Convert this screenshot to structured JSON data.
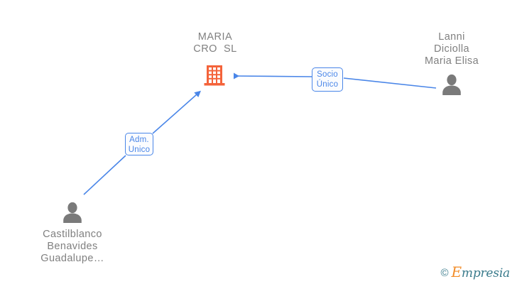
{
  "diagram": {
    "type": "corporate-relationship-graph",
    "background_color": "#ffffff",
    "edge_color": "#4a86e8",
    "company_color": "#f4633a",
    "person_color": "#808080",
    "label_color": "#808080"
  },
  "company": {
    "name_line1": "MARIA",
    "name_line2": "CRO  SL",
    "icon": "building-icon"
  },
  "people": [
    {
      "id": "person-right",
      "name_line1": "Lanni",
      "name_line2": "Diciolla",
      "name_line3": "Maria Elisa",
      "icon": "person-icon"
    },
    {
      "id": "person-left",
      "name_line1": "Castilblanco",
      "name_line2": "Benavides",
      "name_line3": "Guadalupe…",
      "icon": "person-icon"
    }
  ],
  "relations": [
    {
      "id": "socio-unico",
      "line1": "Socio",
      "line2": "Único",
      "from": "person-right",
      "to": "company"
    },
    {
      "id": "adm-unico",
      "line1": "Adm.",
      "line2": "Unico",
      "from": "person-left",
      "to": "company"
    }
  ],
  "watermark": {
    "copyright": "©",
    "brand_initial": "E",
    "brand_rest": "mpresia"
  }
}
